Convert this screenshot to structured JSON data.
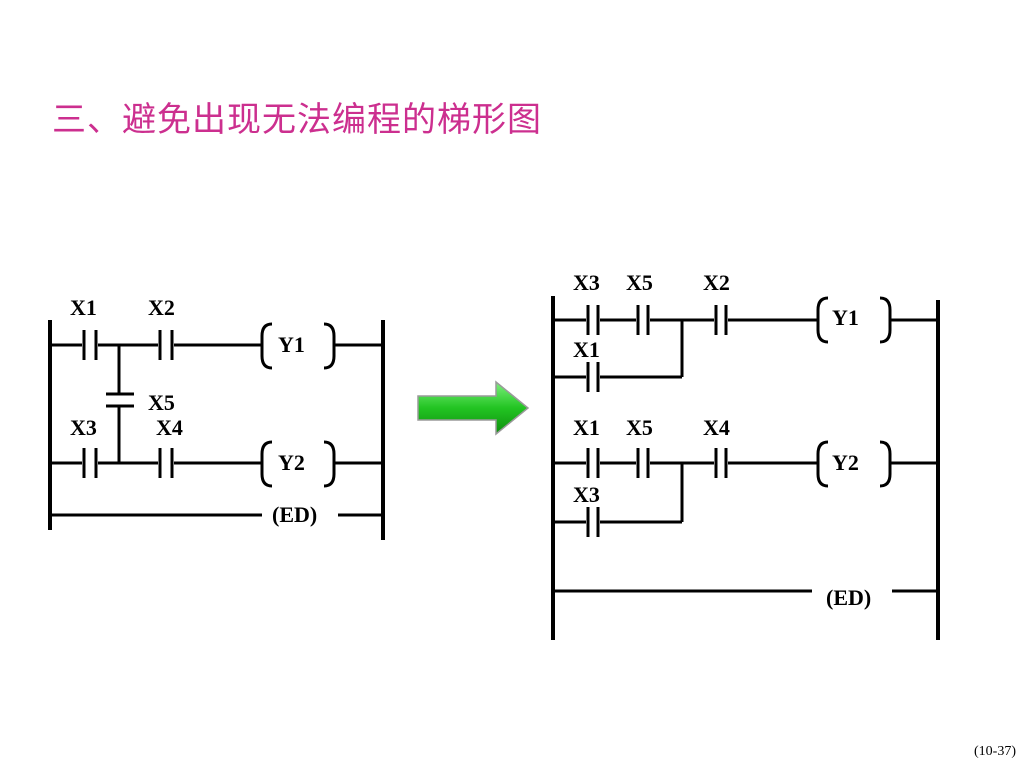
{
  "title": "三、避免出现无法编程的梯形图",
  "page_number": "(10-37)",
  "left_diagram": {
    "contacts": {
      "x1": "X1",
      "x2": "X2",
      "x5": "X5",
      "x3": "X3",
      "x4": "X4"
    },
    "coils": {
      "y1": "Y1",
      "y2": "Y2",
      "end": "(ED)"
    }
  },
  "right_diagram": {
    "rung1": {
      "c1": "X3",
      "c2": "X5",
      "c3": "X2",
      "branch": "X1",
      "coil": "Y1"
    },
    "rung2": {
      "c1": "X1",
      "c2": "X5",
      "c3": "X4",
      "branch": "X3",
      "coil": "Y2"
    },
    "end": "(ED)"
  },
  "arrow": {
    "color": "#2ecc2e",
    "direction": "right"
  }
}
